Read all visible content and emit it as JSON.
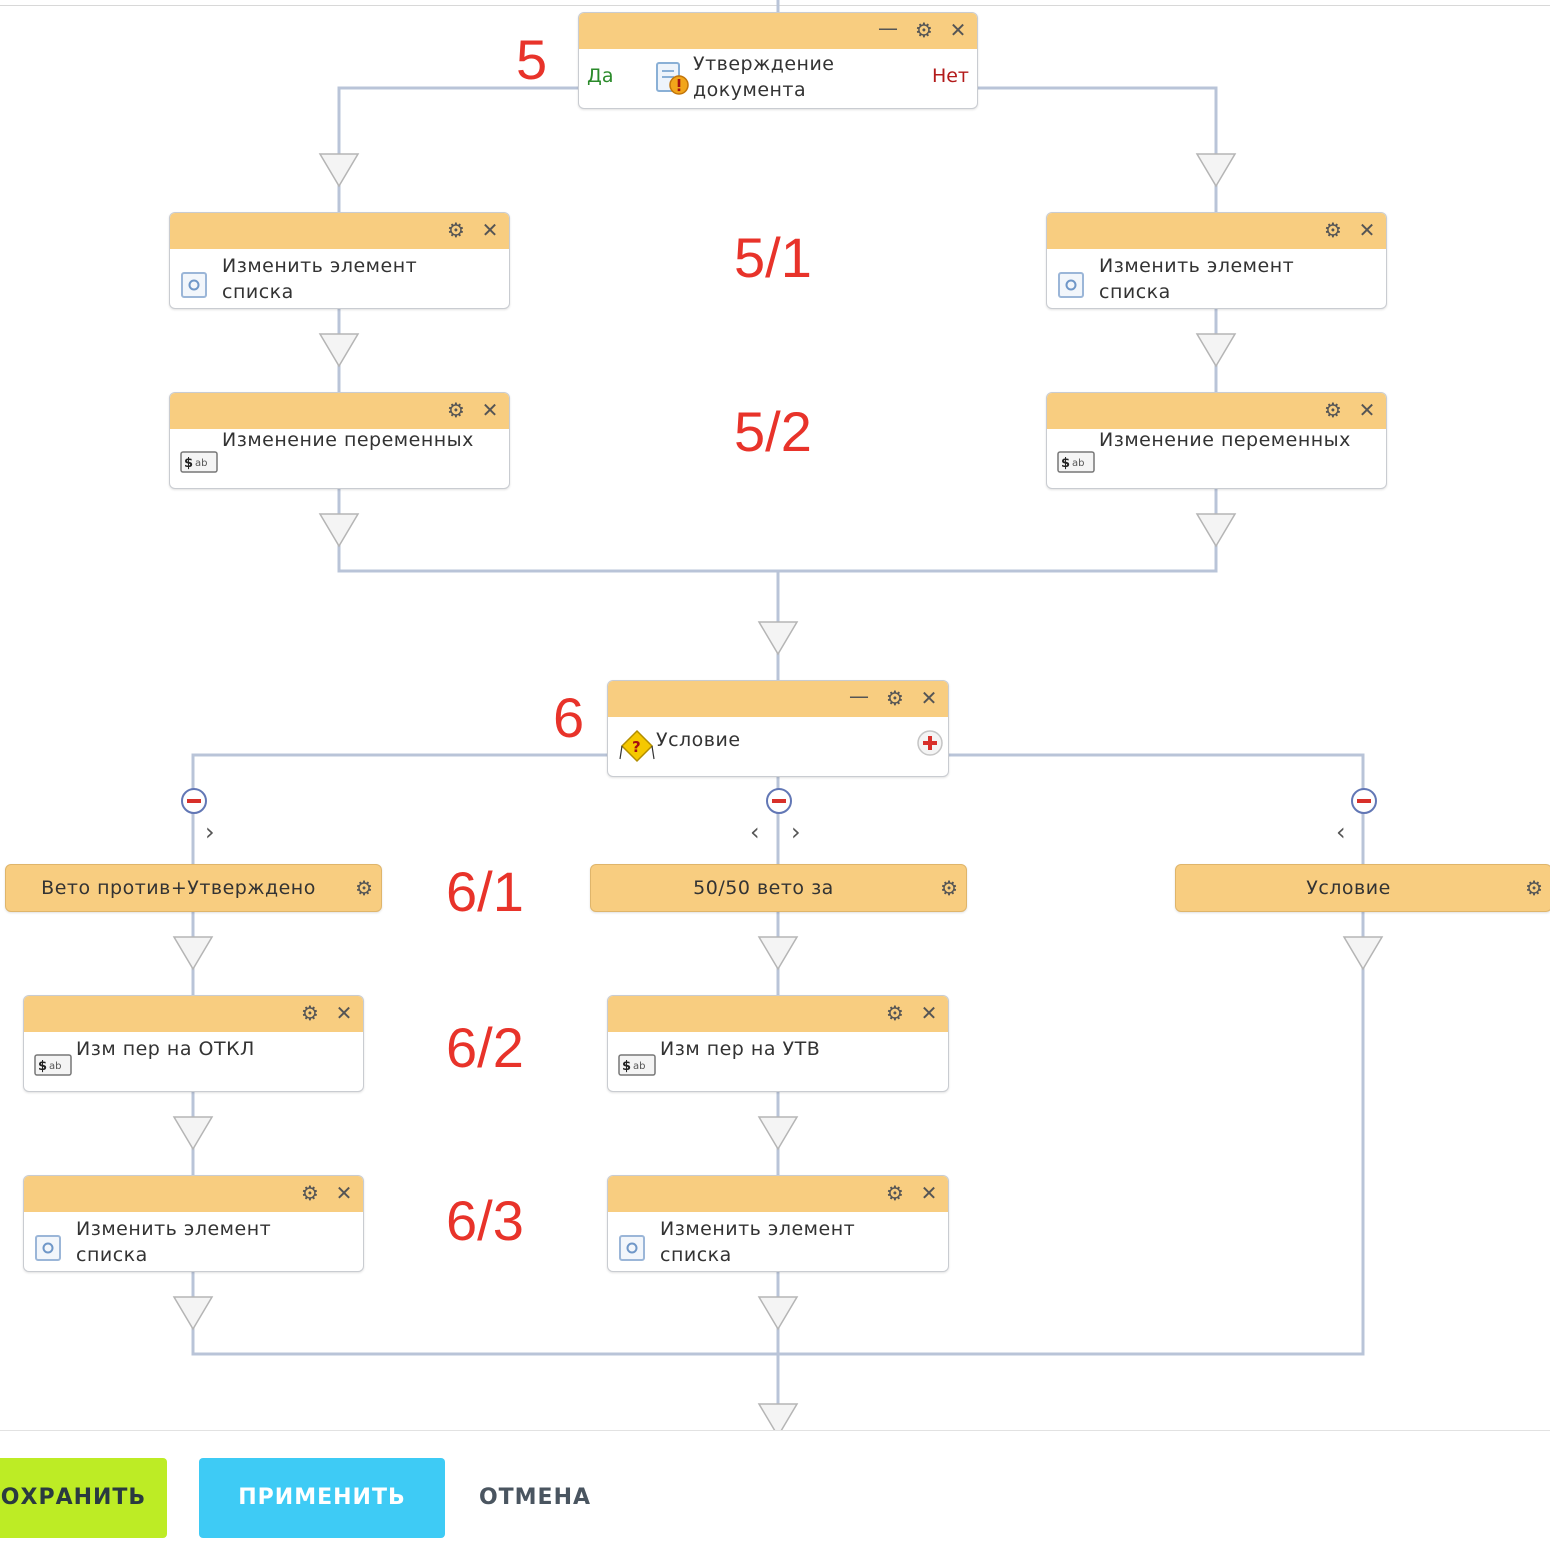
{
  "diagram": {
    "approval": {
      "title": "Утверждение\nдокумента",
      "yes_label": "Да",
      "no_label": "Нет"
    },
    "left_branch": [
      {
        "title": "Изменить элемент\nсписка"
      },
      {
        "title": "Изменение переменных"
      }
    ],
    "right_branch": [
      {
        "title": "Изменить элемент\nсписка"
      },
      {
        "title": "Изменение переменных"
      }
    ],
    "condition": {
      "title": "Условие"
    },
    "cond_branches": [
      {
        "title": "Вето против+Утверждено"
      },
      {
        "title": "50/50 вето за"
      },
      {
        "title": "Условие"
      }
    ],
    "branch1_steps": [
      {
        "title": "Изм пер на ОТКЛ"
      },
      {
        "title": "Изменить элемент\nсписка"
      }
    ],
    "branch2_steps": [
      {
        "title": "Изм пер на УТВ"
      },
      {
        "title": "Изменить элемент\nсписка"
      }
    ],
    "annotations": [
      "5",
      "5/1",
      "5/2",
      "6",
      "6/1",
      "6/2",
      "6/3"
    ]
  },
  "icons": {
    "gear": "gear-icon",
    "close": "close-icon",
    "minimize": "minimize-icon",
    "approval": "document-warning-icon",
    "list_item": "list-item-icon",
    "variables": "variables-icon",
    "condition": "condition-icon",
    "add": "add-branch-icon",
    "remove": "remove-branch-icon"
  },
  "colors": {
    "header": "#f8cd80",
    "connector": "#b9c4d8",
    "annotation": "#e8332a",
    "save": "#bdec25",
    "apply": "#3ecbf5"
  },
  "footer": {
    "save_label": "ОХРАНИТЬ",
    "apply_label": "ПРИМЕНИТЬ",
    "cancel_label": "ОТМЕНА"
  }
}
